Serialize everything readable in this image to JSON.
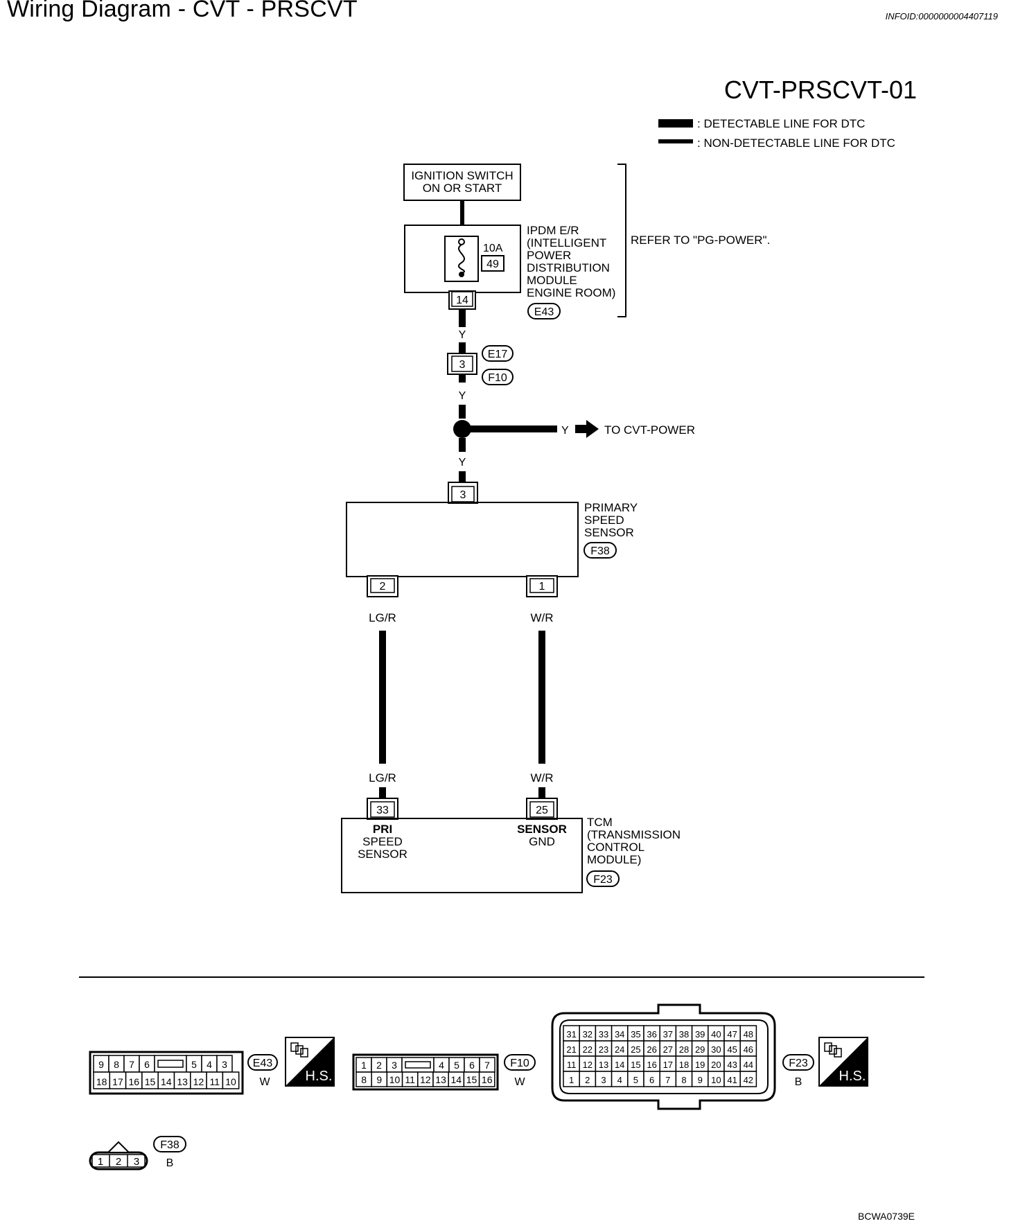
{
  "header": {
    "title": "Wiring Diagram - CVT - PRSCVT",
    "info_id": "INFOID:0000000004407119"
  },
  "diagram": {
    "id": "CVT-PRSCVT-01",
    "legend": {
      "detectable": ": DETECTABLE LINE FOR DTC",
      "non_detectable": ": NON-DETECTABLE LINE FOR DTC"
    },
    "ignition": {
      "line1": "IGNITION SWITCH",
      "line2": "ON OR START"
    },
    "ipdm": {
      "fuse_rating": "10A",
      "fuse_no": "49",
      "terminal": "14",
      "label": [
        "IPDM E/R",
        "(INTELLIGENT",
        "POWER",
        "DISTRIBUTION",
        "MODULE",
        "ENGINE ROOM)"
      ],
      "connector": "E43"
    },
    "refer_note": "REFER TO \"PG-POWER\".",
    "wire_color_y": "Y",
    "junction": {
      "terminal": "3",
      "connector_a": "E17",
      "connector_b": "F10"
    },
    "branch": {
      "wire": "Y",
      "dest": "TO CVT-POWER"
    },
    "primary_sensor": {
      "label": [
        "PRIMARY",
        "SPEED",
        "SENSOR"
      ],
      "connector": "F38",
      "terminal_top": "3",
      "terminal_left": "2",
      "terminal_right": "1"
    },
    "wires": {
      "left": "LG/R",
      "right": "W/R"
    },
    "tcm": {
      "terminal_left": "33",
      "terminal_right": "25",
      "pin_left": [
        "PRI",
        "SPEED",
        "SENSOR"
      ],
      "pin_right": [
        "SENSOR",
        "GND"
      ],
      "label": [
        "TCM",
        "(TRANSMISSION",
        "CONTROL",
        "MODULE)"
      ],
      "connector": "F23"
    }
  },
  "connectors": {
    "e43": {
      "id": "E43",
      "color": "W",
      "row1": [
        "9",
        "8",
        "7",
        "6",
        "",
        "5",
        "4",
        "3"
      ],
      "row2": [
        "18",
        "17",
        "16",
        "15",
        "14",
        "13",
        "12",
        "11",
        "10"
      ]
    },
    "f10": {
      "id": "F10",
      "color": "W",
      "row1": [
        "1",
        "2",
        "3",
        "",
        "4",
        "5",
        "6",
        "7"
      ],
      "row2": [
        "8",
        "9",
        "10",
        "11",
        "12",
        "13",
        "14",
        "15",
        "16"
      ]
    },
    "f23": {
      "id": "F23",
      "color": "B",
      "row1": [
        "31",
        "32",
        "33",
        "34",
        "35",
        "36",
        "37",
        "38",
        "39",
        "40",
        "47",
        "48"
      ],
      "row2": [
        "21",
        "22",
        "23",
        "24",
        "25",
        "26",
        "27",
        "28",
        "29",
        "30",
        "45",
        "46"
      ],
      "row3": [
        "11",
        "12",
        "13",
        "14",
        "15",
        "16",
        "17",
        "18",
        "19",
        "20",
        "43",
        "44"
      ],
      "row4": [
        "1",
        "2",
        "3",
        "4",
        "5",
        "6",
        "7",
        "8",
        "9",
        "10",
        "41",
        "42"
      ]
    },
    "f38": {
      "id": "F38",
      "color": "B",
      "pins": [
        "1",
        "2",
        "3"
      ]
    },
    "hs_label": "H.S."
  },
  "footer": {
    "code": "BCWA0739E"
  }
}
